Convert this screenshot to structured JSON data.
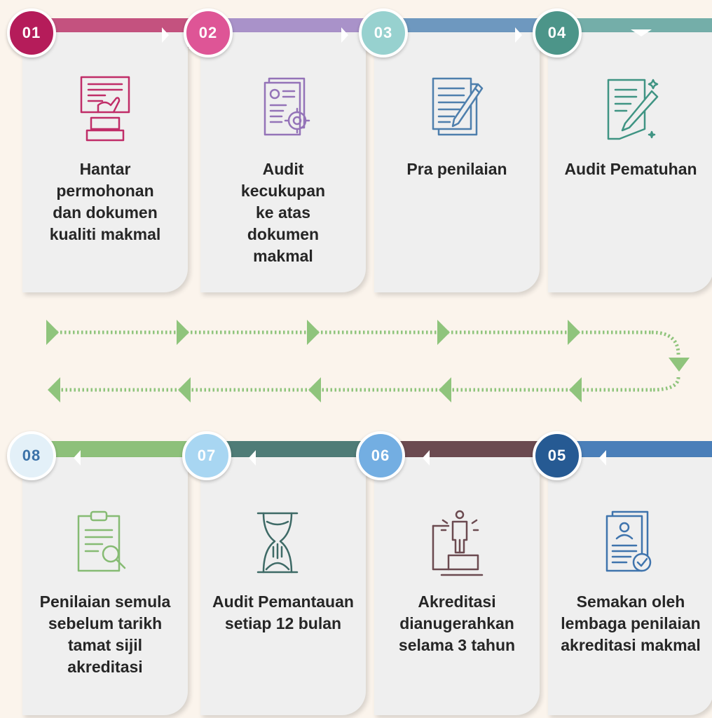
{
  "colors": {
    "background": "#fbf4ec",
    "card": "#efefef",
    "flow_arrow": "#8fc47c"
  },
  "steps_top": [
    {
      "number": "01",
      "label": "Hantar\npermohonan\ndan dokumen\nkualiti makmal",
      "icon": "hand-document-icon",
      "band_color": "#c4527f",
      "badge_color": "#b51c5a",
      "arrow": "right"
    },
    {
      "number": "02",
      "label": "Audit\nkecukupan\nke atas\ndokumen\nmakmal",
      "icon": "document-gear-icon",
      "band_color": "#a992c9",
      "badge_color": "#de5596",
      "arrow": "right"
    },
    {
      "number": "03",
      "label": "Pra penilaian",
      "icon": "notepad-pen-icon",
      "band_color": "#6e98bf",
      "badge_color": "#97d1cf",
      "arrow": "right"
    },
    {
      "number": "04",
      "label": "Audit Pematuhan",
      "icon": "document-pencil-icon",
      "band_color": "#74aea9",
      "badge_color": "#4c9589",
      "arrow": "down"
    }
  ],
  "steps_bottom": [
    {
      "number": "08",
      "label": "Penilaian semula\nsebelum tarikh\ntamat sijil\nakreditasi",
      "icon": "clipboard-magnifier-icon",
      "band_color": "#8dc07a",
      "badge_color": "#e3f0f8",
      "arrow": "left"
    },
    {
      "number": "07",
      "label": "Audit Pemantauan\nsetiap 12 bulan",
      "icon": "hourglass-icon",
      "band_color": "#4f7c77",
      "badge_color": "#a8d6f2",
      "arrow": "left"
    },
    {
      "number": "06",
      "label": "Akreditasi\ndianugerahkan\nselama 3 tahun",
      "icon": "person-podium-icon",
      "band_color": "#6b4a50",
      "badge_color": "#73aee2",
      "arrow": "left"
    },
    {
      "number": "05",
      "label": "Semakan oleh\nlembaga penilaian\nakreditasi makmal",
      "icon": "resume-check-icon",
      "band_color": "#4a7fb9",
      "badge_color": "#265a93",
      "arrow": "left"
    }
  ]
}
